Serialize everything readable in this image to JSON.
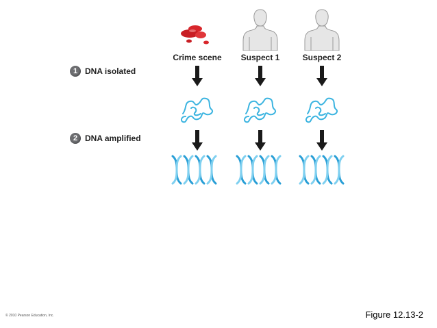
{
  "columns": [
    {
      "label": "Crime scene"
    },
    {
      "label": "Suspect 1"
    },
    {
      "label": "Suspect 2"
    }
  ],
  "steps": [
    {
      "number": "1",
      "label": "DNA isolated"
    },
    {
      "number": "2",
      "label": "DNA amplified"
    }
  ],
  "figure_label": "Figure 12.13-2",
  "copyright": "© 2010 Pearson Education, Inc."
}
